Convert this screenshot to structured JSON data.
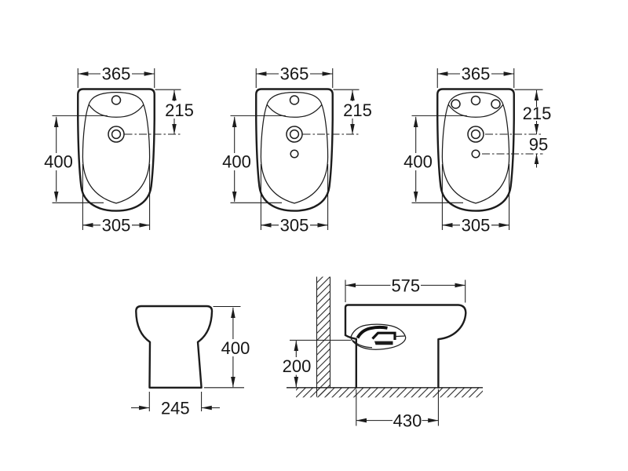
{
  "colors": {
    "background": "#ffffff",
    "line": "#1c1c1c"
  },
  "views": {
    "top_view_1": {
      "overall_width": "365",
      "rim_to_drain": "215",
      "bowl_length": "400",
      "front_width": "305"
    },
    "top_view_2": {
      "overall_width": "365",
      "rim_to_drain": "215",
      "bowl_length": "400",
      "front_width": "305"
    },
    "top_view_3": {
      "overall_width": "365",
      "rim_to_drain": "215",
      "drain_to_spray": "95",
      "bowl_length": "400",
      "front_width": "305"
    },
    "front_view": {
      "height": "400",
      "base_width": "245"
    },
    "side_view": {
      "depth": "575",
      "outlet_height": "200",
      "base_depth": "430"
    }
  }
}
